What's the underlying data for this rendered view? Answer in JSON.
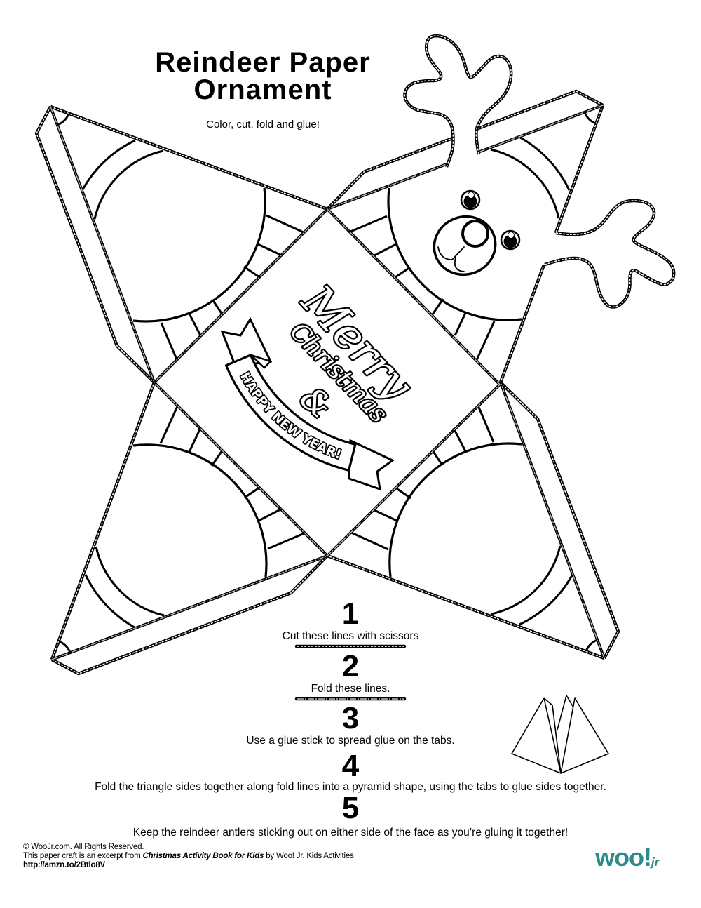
{
  "header": {
    "title_line1": "Reindeer Paper",
    "title_line2": "Ornament",
    "subtitle": "Color, cut, fold and glue!"
  },
  "ornament": {
    "greeting": {
      "line1": "Merry",
      "line2": "Christmas",
      "ampersand": "&"
    },
    "banner_text": "HAPPY NEW YEAR!",
    "parts": [
      "top-left-triangle",
      "top-right-reindeer-face",
      "bottom-left-triangle",
      "bottom-right-triangle",
      "center-square"
    ]
  },
  "instructions": {
    "steps": [
      {
        "number": "1",
        "text": "Cut these lines with scissors",
        "sample_line": "cut-line"
      },
      {
        "number": "2",
        "text": "Fold these lines.",
        "sample_line": "fold-line"
      },
      {
        "number": "3",
        "text": "Use a glue stick to spread glue on the tabs."
      },
      {
        "number": "4",
        "text": "Fold the triangle sides together along fold lines into a pyramid shape, using the tabs to glue sides together."
      },
      {
        "number": "5",
        "text": "Keep the reindeer antlers sticking out on either side of the face as you’re gluing it together!"
      }
    ]
  },
  "illustrations": {
    "assembled": "pyramid-diagram"
  },
  "footer": {
    "copyright": "© WooJr.com. All Rights Reserved.",
    "excerpt_prefix": "This paper craft is an excerpt from ",
    "book_title": "Christmas Activity Book for Kids",
    "excerpt_suffix": " by Woo! Jr. Kids Activities",
    "link": "http://amzn.to/2Btlo8V"
  },
  "logo": {
    "main": "woo!",
    "suffix": "jr"
  },
  "colors": {
    "ink": "#000000",
    "paper": "#ffffff",
    "fold_dash": "#bdbdbd",
    "logo": "#2e8b8b"
  }
}
